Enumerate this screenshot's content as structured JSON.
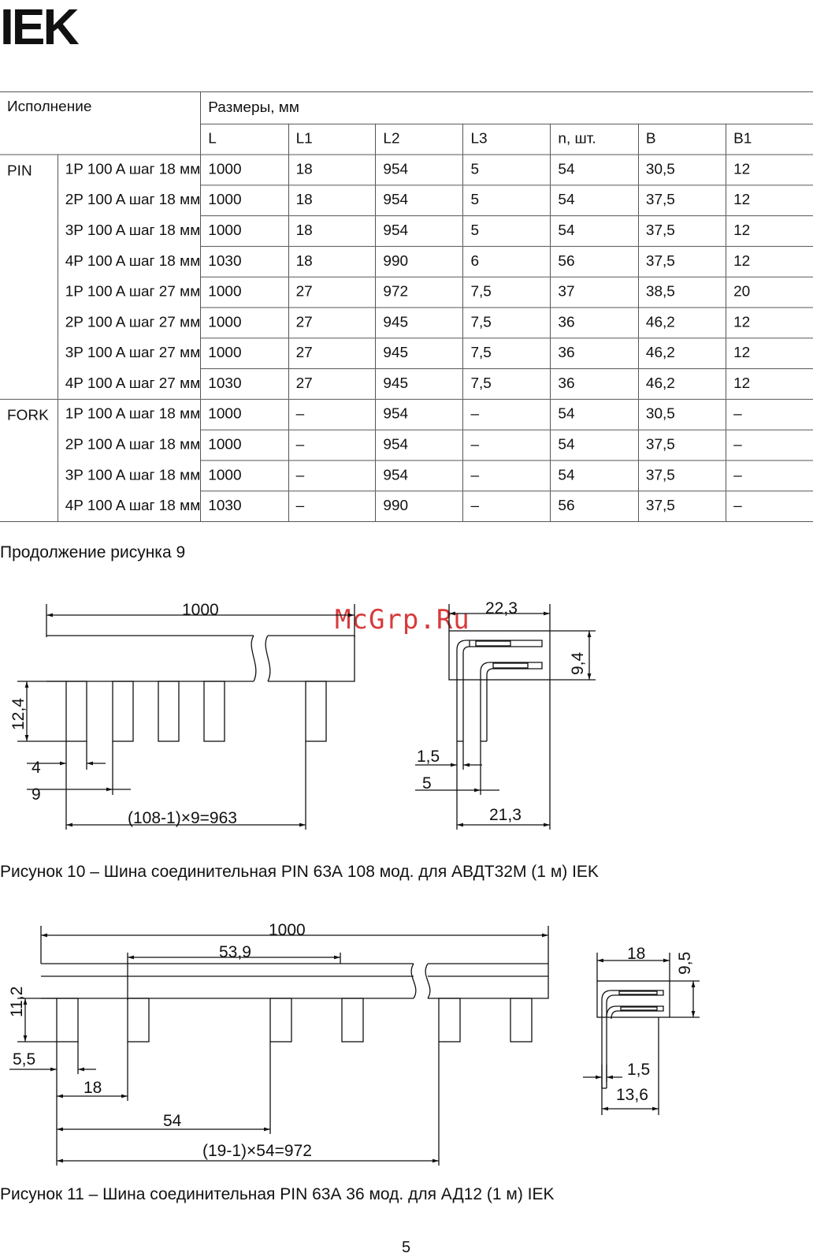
{
  "header": {
    "logo": "IEK"
  },
  "table": {
    "col_variant": "Исполнение",
    "col_dims": "Размеры, мм",
    "dim_headers": [
      "L",
      "L1",
      "L2",
      "L3",
      "n, шт.",
      "B",
      "B1"
    ],
    "groups": [
      {
        "name": "PIN",
        "rows": [
          {
            "label": "1P 100 A шаг 18 мм",
            "v": [
              "1000",
              "18",
              "954",
              "5",
              "54",
              "30,5",
              "12"
            ]
          },
          {
            "label": "2P 100 A шаг 18 мм",
            "v": [
              "1000",
              "18",
              "954",
              "5",
              "54",
              "37,5",
              "12"
            ]
          },
          {
            "label": "3P 100 A шаг 18 мм",
            "v": [
              "1000",
              "18",
              "954",
              "5",
              "54",
              "37,5",
              "12"
            ]
          },
          {
            "label": "4P 100 A шаг 18 мм",
            "v": [
              "1030",
              "18",
              "990",
              "6",
              "56",
              "37,5",
              "12"
            ]
          },
          {
            "label": "1P 100 A шаг 27 мм",
            "v": [
              "1000",
              "27",
              "972",
              "7,5",
              "37",
              "38,5",
              "20"
            ]
          },
          {
            "label": "2P 100 A шаг 27 мм",
            "v": [
              "1000",
              "27",
              "945",
              "7,5",
              "36",
              "46,2",
              "12"
            ]
          },
          {
            "label": "3P 100 A шаг 27 мм",
            "v": [
              "1000",
              "27",
              "945",
              "7,5",
              "36",
              "46,2",
              "12"
            ]
          },
          {
            "label": "4P 100 A шаг 27 мм",
            "v": [
              "1030",
              "27",
              "945",
              "7,5",
              "36",
              "46,2",
              "12"
            ]
          }
        ]
      },
      {
        "name": "FORK",
        "rows": [
          {
            "label": "1P 100 A шаг 18 мм",
            "v": [
              "1000",
              "–",
              "954",
              "–",
              "54",
              "30,5",
              "–"
            ]
          },
          {
            "label": "2P 100 A шаг 18 мм",
            "v": [
              "1000",
              "–",
              "954",
              "–",
              "54",
              "37,5",
              "–"
            ]
          },
          {
            "label": "3P 100 A шаг 18 мм",
            "v": [
              "1000",
              "–",
              "954",
              "–",
              "54",
              "37,5",
              "–"
            ]
          },
          {
            "label": "4P 100 A шаг 18 мм",
            "v": [
              "1030",
              "–",
              "990",
              "–",
              "56",
              "37,5",
              "–"
            ]
          }
        ]
      }
    ]
  },
  "continuation": "Продолжение рисунка 9",
  "watermark": "McGrp.Ru",
  "figure10": {
    "dim_length": "1000",
    "dim_width": "22,3",
    "dim_height_side": "9,4",
    "dim_pin_height": "12,4",
    "dim_pin_width": "4",
    "dim_pitch": "9",
    "dim_total_pitch": "(108-1)×9=963",
    "dim_thickness": "1,5",
    "dim_offset": "5",
    "dim_base": "21,3",
    "caption": "Рисунок 10 – Шина соединительная PIN 63А 108 мод. для АВДТ32М (1 м) IEK"
  },
  "figure11": {
    "dim_length": "1000",
    "dim_first_offset": "53,9",
    "dim_width_side": "18",
    "dim_height_side": "9,5",
    "dim_pin_height": "11,2",
    "dim_pin_width": "5,5",
    "dim_pitch": "18",
    "dim_pitch_3": "54",
    "dim_total_pitch": "(19-1)×54=972",
    "dim_thickness": "1,5",
    "dim_base": "13,6",
    "caption": "Рисунок 11 – Шина соединительная PIN 63А 36 мод. для АД12 (1 м) IEK"
  },
  "page_number": "5"
}
